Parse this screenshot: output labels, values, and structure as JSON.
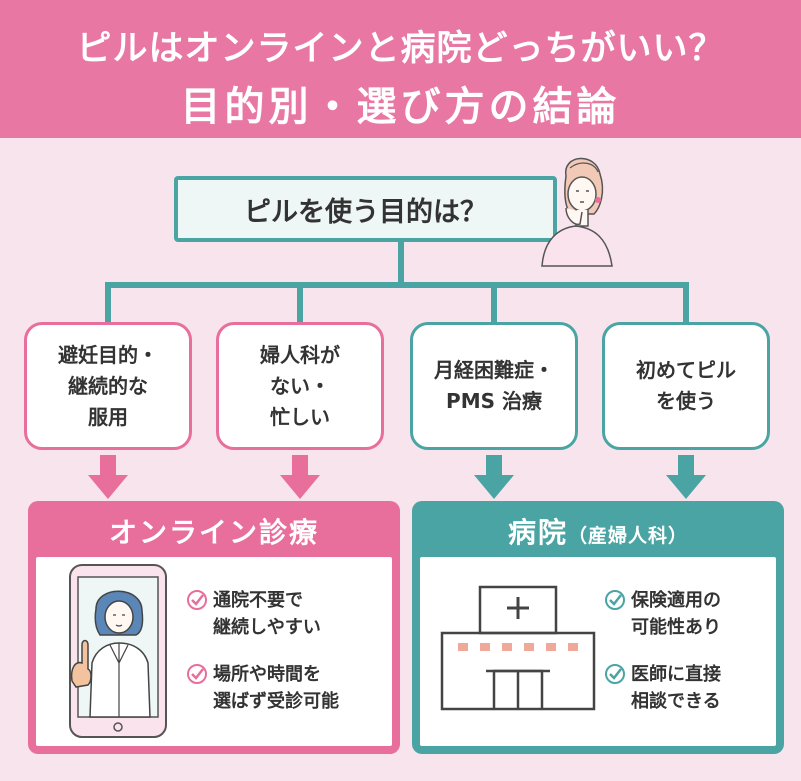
{
  "header": {
    "title_line1": "ピルはオンラインと病院どっちがいい？",
    "title_line2": "目的別・選び方の結論"
  },
  "question": "ピルを使う目的は？",
  "purposes": [
    {
      "lines": [
        "避妊目的・",
        "継続的な",
        "服用"
      ]
    },
    {
      "lines": [
        "婦人科が",
        "ない・",
        "忙しい"
      ]
    },
    {
      "lines": [
        "月経困難症・",
        "PMS 治療"
      ]
    },
    {
      "lines": [
        "初めてピル",
        "を使う"
      ]
    }
  ],
  "online": {
    "title": "オンライン診療",
    "features": [
      {
        "lines": [
          "通院不要で",
          "継続しやすい"
        ]
      },
      {
        "lines": [
          "場所や時間を",
          "選ばず受診可能"
        ]
      }
    ]
  },
  "hospital": {
    "title": "病院",
    "subtitle": "（産婦人科）",
    "features": [
      {
        "lines": [
          "保険適用の",
          "可能性あり"
        ]
      },
      {
        "lines": [
          "医師に直接",
          "相談できる"
        ]
      }
    ]
  },
  "colors": {
    "pink": "#e86e9b",
    "header_pink": "#e877a3",
    "teal": "#4aa4a4",
    "background": "#f8e4ec"
  },
  "icons": [
    "thinking-woman-illustration",
    "smartphone-doctor-illustration",
    "hospital-building-icon",
    "check-circle-icon",
    "arrow-down-icon"
  ]
}
